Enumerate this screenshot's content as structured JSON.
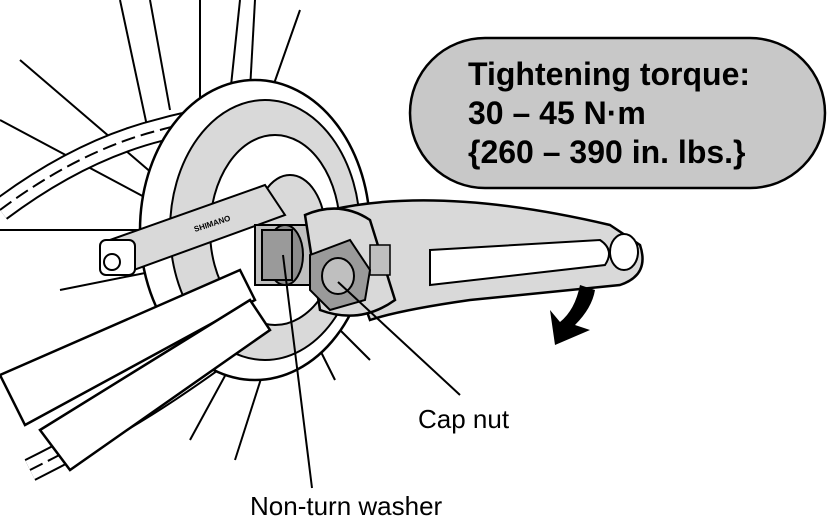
{
  "callout": {
    "line1": "Tightening torque:",
    "line2": "30 – 45 N·m",
    "line3": "{260 – 390 in. lbs.}"
  },
  "labels": {
    "cap_nut": "Cap nut",
    "non_turn_washer": "Non-turn washer"
  },
  "brand": "SHIMANO",
  "colors": {
    "callout_fill": "#c8c8c8",
    "hub_fill": "#d9d9d9",
    "line": "#000000"
  }
}
